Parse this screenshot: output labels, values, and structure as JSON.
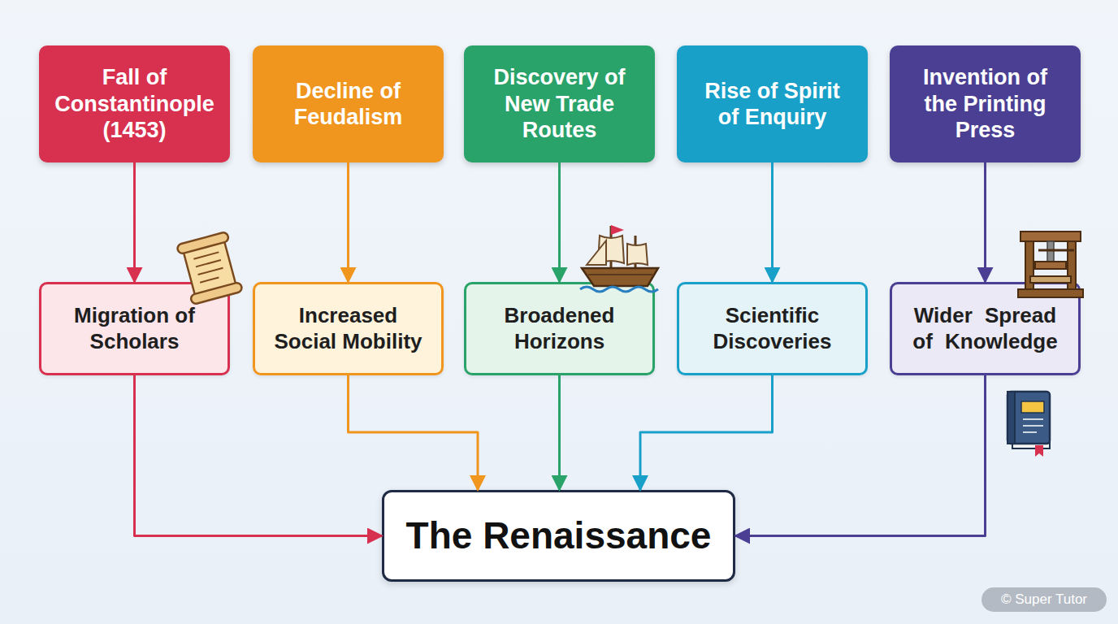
{
  "diagram": {
    "nodes": [
      {
        "text": [
          "Fall of Constantinople (1453)"
        ]
      },
      {
        "text": [
          "Decline of Feudalism"
        ]
      },
      {
        "text": [
          "Discovery of New Trade Routes"
        ]
      },
      {
        "text": [
          "Rise of Spirit of Enquiry"
        ]
      },
      {
        "text": [
          "Invention of the Printing Press"
        ]
      },
      {
        "text": [
          "Migration of Scholars"
        ]
      },
      {
        "text": [
          "Increased Social Mobility"
        ]
      },
      {
        "text": [
          "Broadened Horizons"
        ]
      },
      {
        "text": [
          "Scientific Discoveries"
        ]
      },
      {
        "text": [
          "Wider Spread of Knowledge"
        ]
      },
      {
        "text": [
          "The Renaissance"
        ]
      }
    ],
    "edges": [
      {
        "from": 0,
        "to": 5,
        "arrow": "to"
      },
      {
        "from": 1,
        "to": 6,
        "arrow": "to"
      },
      {
        "from": 2,
        "to": 7,
        "arrow": "to"
      },
      {
        "from": 3,
        "to": 8,
        "arrow": "to"
      },
      {
        "from": 4,
        "to": 9,
        "arrow": "to"
      },
      {
        "from": 5,
        "to": 10,
        "arrow": "to"
      },
      {
        "from": 6,
        "to": 10,
        "arrow": "to"
      },
      {
        "from": 7,
        "to": 10,
        "arrow": "to"
      },
      {
        "from": 8,
        "to": 10,
        "arrow": "to"
      },
      {
        "from": 9,
        "to": 10,
        "arrow": "to"
      }
    ],
    "labels": [
      "© Super Tutor"
    ]
  }
}
